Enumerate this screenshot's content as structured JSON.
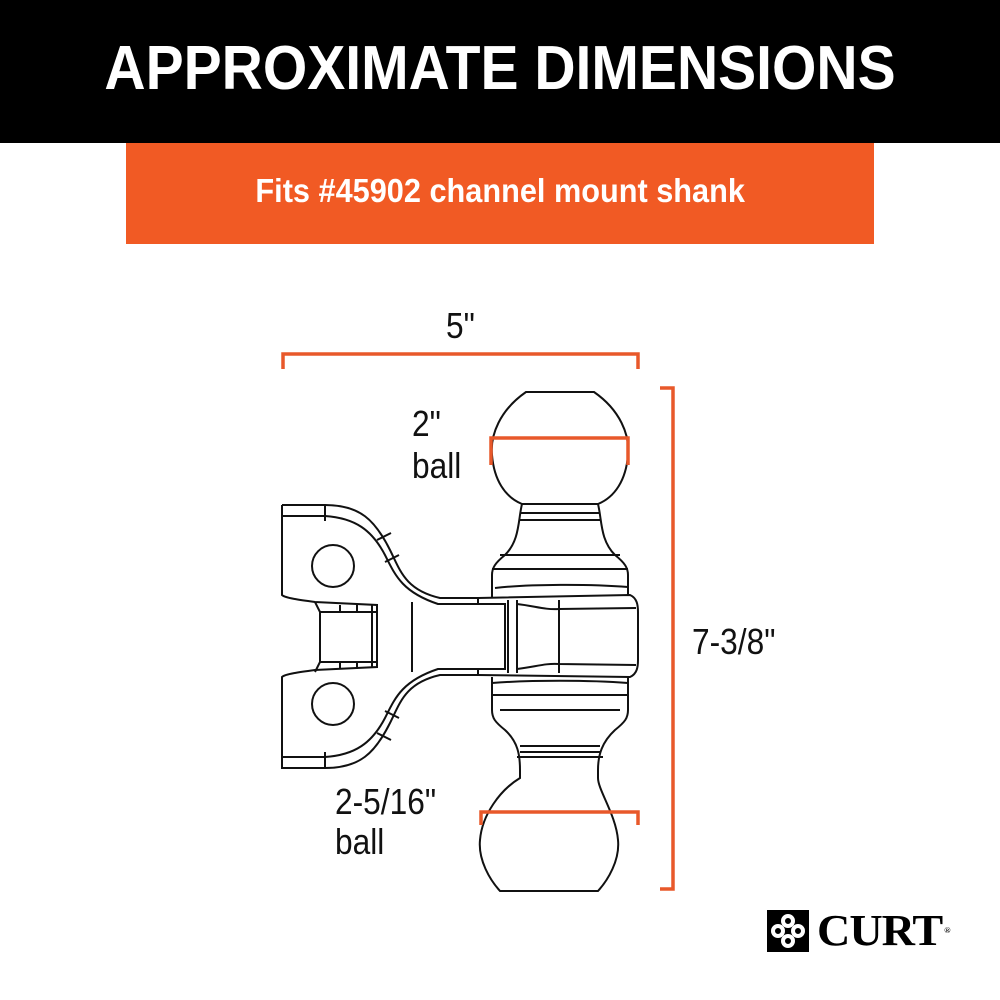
{
  "header": {
    "title": "APPROXIMATE DIMENSIONS",
    "background_color": "#000000",
    "text_color": "#ffffff"
  },
  "subtitle": {
    "text": "Fits #45902 channel mount shank",
    "background_color": "#f15a24",
    "text_color": "#ffffff"
  },
  "dimensions": {
    "width": {
      "value": "5\""
    },
    "height": {
      "value": "7-3/8\""
    },
    "top_ball": {
      "size": "2\"",
      "unit_label": "ball"
    },
    "bottom_ball": {
      "size": "2-5/16\"",
      "unit_label": "ball"
    }
  },
  "colors": {
    "dimension_line": "#e8582a",
    "outline": "#111111"
  },
  "brand": {
    "logo_icon": "curt-logo-icon",
    "name": "CURT",
    "registered_mark": "®"
  }
}
